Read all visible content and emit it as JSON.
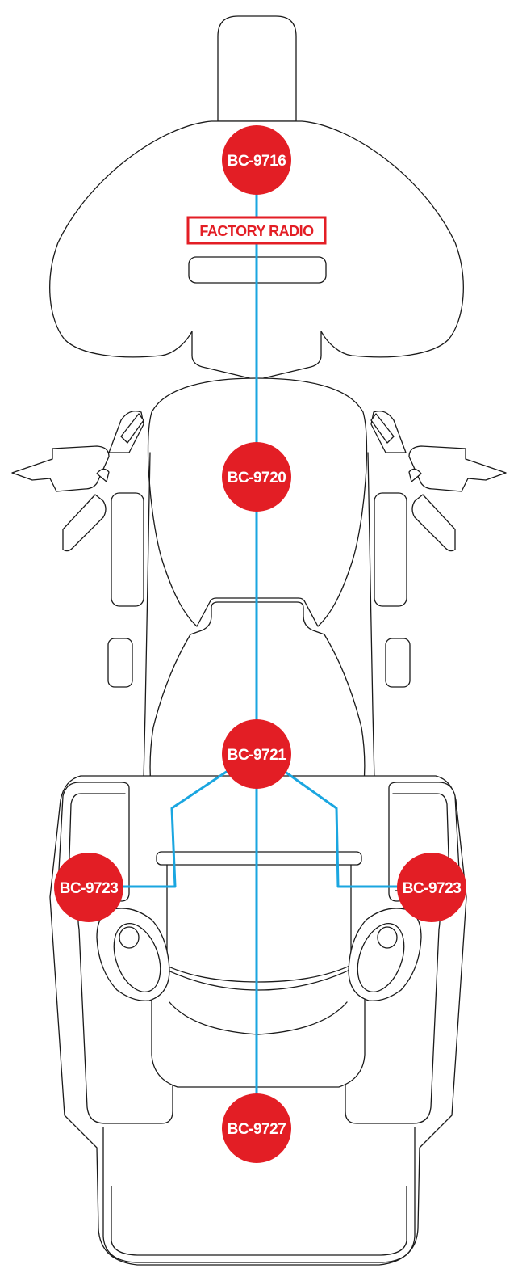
{
  "labels": {
    "factory_radio": "FACTORY RADIO",
    "top": "BC-9716",
    "tank": "BC-9720",
    "seat": "BC-9721",
    "left_speaker": "BC-9723",
    "right_speaker": "BC-9723",
    "rear": "BC-9727"
  },
  "colors": {
    "badge": "#e31e25",
    "wire": "#1aa6e0",
    "outline": "#1a1a1a"
  }
}
